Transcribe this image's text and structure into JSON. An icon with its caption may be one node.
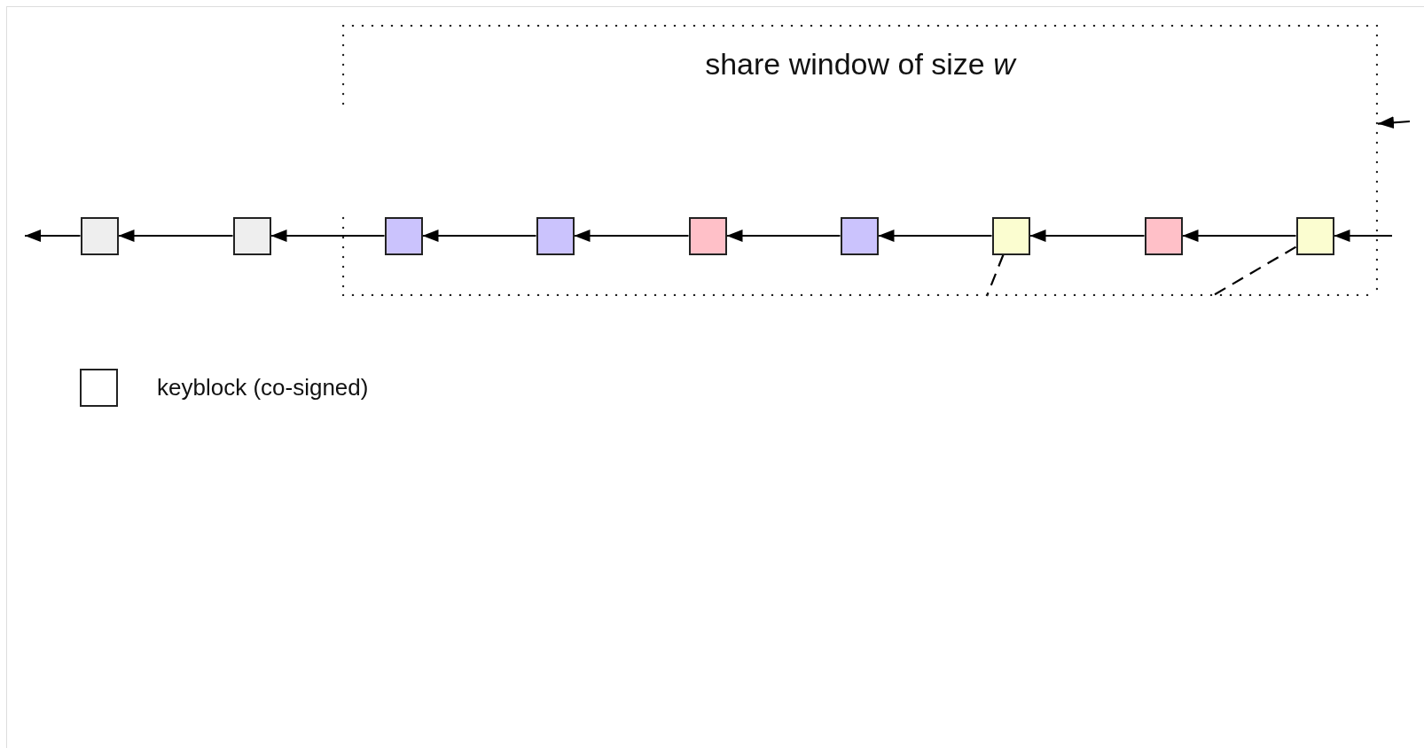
{
  "diagram": {
    "nodes": [
      {
        "text": [
          "share window of size *w*"
        ]
      },
      {
        "text": [],
        "shape": "box"
      },
      {
        "text": [],
        "shape": "box"
      },
      {
        "text": [],
        "shape": "box",
        "in": 0
      },
      {
        "text": [],
        "shape": "box",
        "in": 0
      },
      {
        "text": [],
        "shape": "box",
        "in": 0
      },
      {
        "text": [],
        "shape": "box",
        "in": 0
      },
      {
        "text": [],
        "shape": "box",
        "in": 0
      },
      {
        "text": [],
        "shape": "box",
        "in": 0
      },
      {
        "text": [],
        "shape": "box",
        "in": 0
      }
    ],
    "edges": [
      {
        "from": null,
        "to": 9,
        "arrow": "to"
      },
      {
        "from": 9,
        "to": 8,
        "arrow": "to"
      },
      {
        "from": 8,
        "to": 7,
        "arrow": "to"
      },
      {
        "from": 7,
        "to": 6,
        "arrow": "to"
      },
      {
        "from": 6,
        "to": 5,
        "arrow": "to"
      },
      {
        "from": 5,
        "to": 4,
        "arrow": "to"
      },
      {
        "from": 4,
        "to": 3,
        "arrow": "to"
      },
      {
        "from": 3,
        "to": 2,
        "arrow": "to"
      },
      {
        "from": 2,
        "to": 1,
        "arrow": "to"
      },
      {
        "from": 1,
        "to": null,
        "arrow": "to"
      },
      {
        "from": 7,
        "to": null,
        "arrow": "none",
        "style": "dashed"
      },
      {
        "from": 9,
        "to": null,
        "arrow": "none",
        "style": "dashed"
      },
      {
        "from": null,
        "to": 0,
        "arrow": "to"
      }
    ],
    "legend": [
      {
        "text": "keyblock (co-signed)"
      }
    ]
  }
}
